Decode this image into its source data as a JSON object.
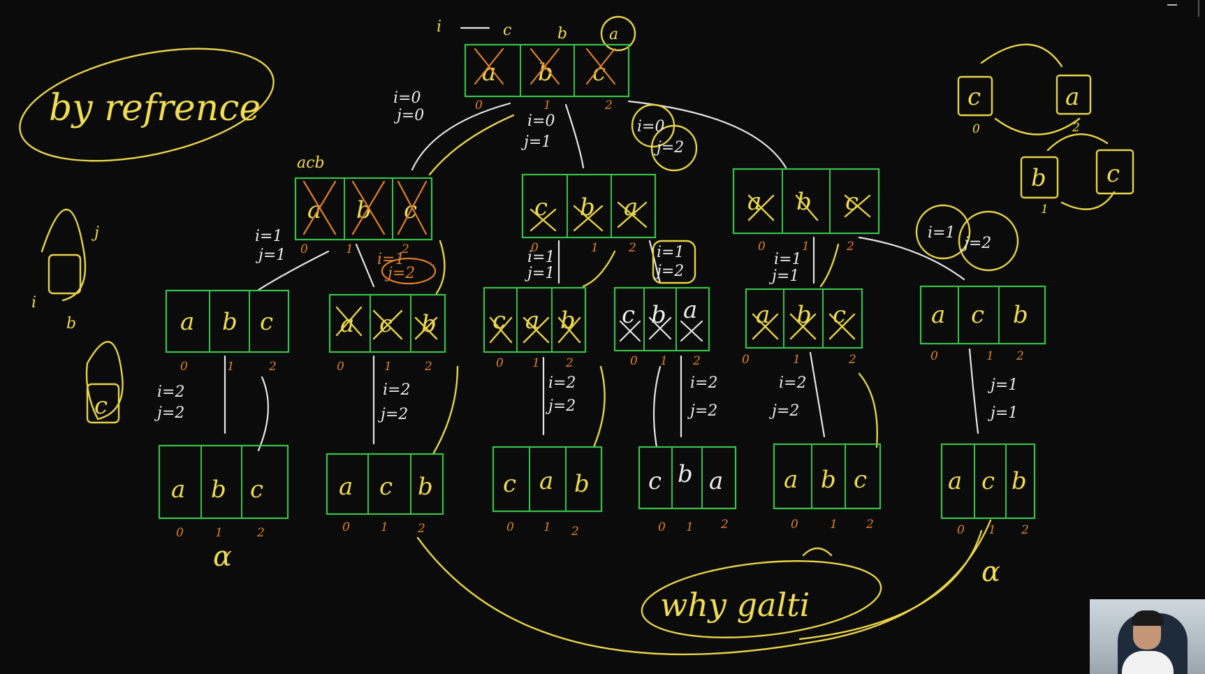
{
  "title_note": "by refrence",
  "bottom_note": "why galti",
  "top_letters": [
    "c",
    "b",
    "a"
  ],
  "top_index_label": "i",
  "level0": {
    "cells": [
      "a",
      "b",
      "c"
    ],
    "indices": [
      "0",
      "1",
      "2"
    ]
  },
  "level1": [
    {
      "top_label": "acb",
      "cells": [
        "a",
        "b",
        "c"
      ],
      "indices": [
        "0",
        "1",
        "2"
      ],
      "note_i": "i=0",
      "note_j": "j=0"
    },
    {
      "top_label": "",
      "cells": [
        "c",
        "b",
        "a"
      ],
      "indices": [
        "0",
        "1",
        "2"
      ],
      "note_i": "i=0",
      "note_j": "j=1"
    },
    {
      "top_label": "",
      "cells": [
        "a",
        "b",
        "c"
      ],
      "indices": [
        "0",
        "1",
        "2"
      ],
      "note_i": "i=0",
      "note_j": "j=2"
    }
  ],
  "level2": [
    {
      "cells": [
        "a",
        "b",
        "c"
      ],
      "indices": [
        "0",
        "1",
        "2"
      ],
      "note_i": "i=1",
      "note_j": "j=1"
    },
    {
      "cells": [
        "a",
        "c",
        "b"
      ],
      "indices": [
        "0",
        "1",
        "2"
      ],
      "note_i": "i=1",
      "note_j": "j=2"
    },
    {
      "cells": [
        "c",
        "a",
        "b"
      ],
      "indices": [
        "0",
        "1",
        "2"
      ],
      "note_i": "i=1",
      "note_j": "j=1"
    },
    {
      "cells": [
        "c",
        "b",
        "a"
      ],
      "indices": [
        "0",
        "1",
        "2"
      ],
      "note_i": "i=1",
      "note_j": "j=2"
    },
    {
      "cells": [
        "a",
        "b",
        "c"
      ],
      "indices": [
        "0",
        "1",
        "2"
      ],
      "note_i": "i=1",
      "note_j": "j=1"
    },
    {
      "cells": [
        "a",
        "c",
        "b"
      ],
      "indices": [
        "0",
        "1",
        "2"
      ],
      "note_i": "i=1",
      "note_j": "j=2"
    }
  ],
  "level3": [
    {
      "cells": [
        "a",
        "b",
        "c"
      ],
      "indices": [
        "0",
        "1",
        "2"
      ],
      "note_i": "i=2",
      "note_j": "j=2"
    },
    {
      "cells": [
        "a",
        "c",
        "b"
      ],
      "indices": [
        "0",
        "1",
        "2"
      ],
      "note_i": "i=2",
      "note_j": "j=2"
    },
    {
      "cells": [
        "c",
        "a",
        "b"
      ],
      "indices": [
        "0",
        "1",
        "2"
      ],
      "note_i": "i=2",
      "note_j": "j=2"
    },
    {
      "cells": [
        "c",
        "b",
        "a"
      ],
      "indices": [
        "0",
        "1",
        "2"
      ],
      "note_i": "i=2",
      "note_j": "j=2"
    },
    {
      "cells": [
        "a",
        "b",
        "c"
      ],
      "indices": [
        "0",
        "1",
        "2"
      ],
      "note_i": "i=2",
      "note_j": "j=2"
    },
    {
      "cells": [
        "a",
        "c",
        "b"
      ],
      "indices": [
        "0",
        "1",
        "2"
      ],
      "note_i": "j=1",
      "note_j": "j=1"
    }
  ],
  "side_sketch_right": {
    "top": [
      "c",
      "a"
    ],
    "top_idx": [
      "0",
      "2"
    ],
    "bottom": [
      "b",
      "c"
    ],
    "bottom_idx": [
      "1"
    ]
  },
  "side_sketch_left": {
    "labels": [
      "j",
      "i",
      "b",
      "c"
    ]
  },
  "alpha_marks": [
    "α",
    "α"
  ],
  "colors": {
    "background": "#0b0b0b",
    "box": "#38c24a",
    "ink_yellow": "#e8d34a",
    "ink_white": "#e6e6e6",
    "ink_orange": "#e0802d"
  }
}
